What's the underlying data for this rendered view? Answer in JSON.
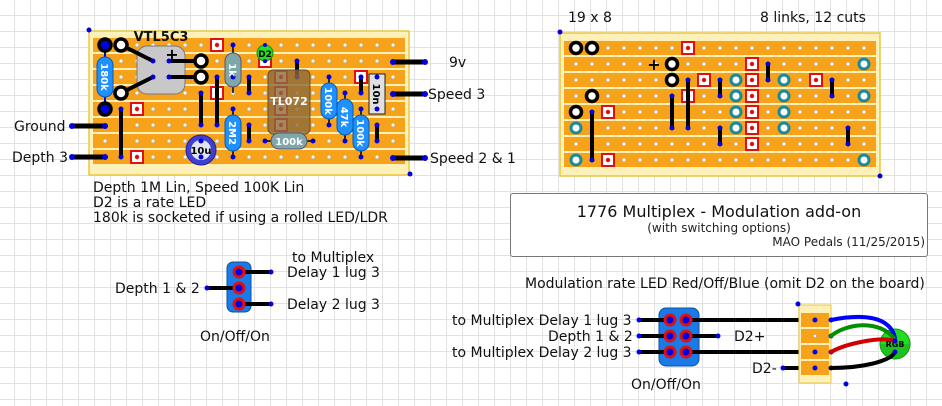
{
  "left_board": {
    "component_labels": {
      "vtl": "VTL5C3",
      "d2": "D2",
      "r180k": "180k",
      "r1k": "1k",
      "tl072": "TL072",
      "r2m2": "2M2",
      "c10u": "10u",
      "r100k_a": "100k",
      "r47k": "47k",
      "r100k_b": "100k",
      "r100k_c": "100k",
      "c10n": "10n"
    },
    "wire_labels": {
      "ground": "Ground",
      "depth3": "Depth 3",
      "nine_v": "9v",
      "speed3": "Speed 3",
      "speed21": "Speed 2 & 1"
    },
    "notes": [
      "Depth 1M Lin, Speed 100K Lin",
      "D2 is a rate LED",
      "180k is socketed if using a rolled LED/LDR"
    ]
  },
  "right_board": {
    "size_label": "19 x 8",
    "summary_label": "8 links, 12 cuts"
  },
  "title_block": {
    "title": "1776 Multiplex - Modulation add-on",
    "subtitle": "(with switching options)",
    "author": "MAO Pedals  (11/25/2015)"
  },
  "switch1": {
    "left_label": "Depth 1 & 2",
    "top_label": "to Multiplex",
    "right_top": "Delay 1 lug 3",
    "right_bottom": "Delay 2 lug 3",
    "type_label": "On/Off/On"
  },
  "switch2": {
    "heading": "Modulation rate LED Red/Off/Blue (omit D2 on the board)",
    "left_top": "to Multiplex Delay 1 lug 3",
    "left_mid": "Depth 1 & 2",
    "left_bottom": "to Multiplex Delay 2 lug 3",
    "d2plus": "D2+",
    "d2minus": "D2-",
    "led_label": "RGB",
    "type_label": "On/Off/On"
  },
  "colors": {
    "strip": "#f7a21b",
    "board": "#fdf0b8",
    "board_border": "#e8c840",
    "cut": "#e01010",
    "node": "#0000e0",
    "wire": "#000000",
    "resistor": "#1e90ff",
    "switch_body": "#1a7ae8",
    "led_green": "#22dd22",
    "wire_blue": "#0000ff",
    "wire_green": "#009000",
    "wire_red": "#d00000"
  }
}
